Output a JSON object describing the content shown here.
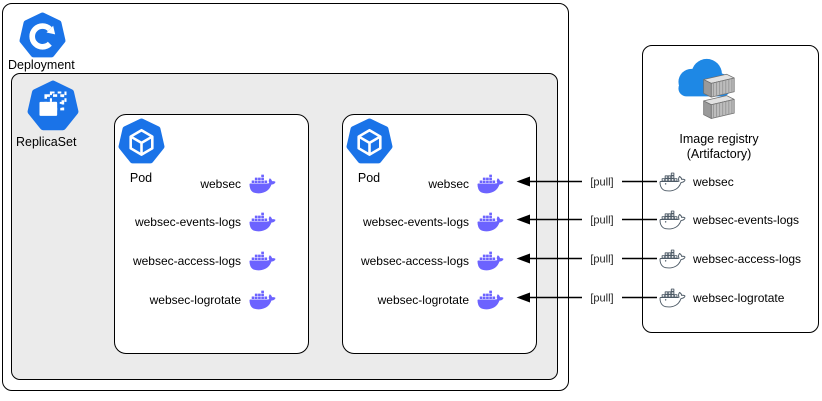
{
  "deployment": {
    "label": "Deployment"
  },
  "replicaset": {
    "label": "ReplicaSet"
  },
  "pods": [
    {
      "label": "Pod",
      "containers": [
        "websec",
        "websec-events-logs",
        "websec-access-logs",
        "websec-logrotate"
      ]
    },
    {
      "label": "Pod",
      "containers": [
        "websec",
        "websec-events-logs",
        "websec-access-logs",
        "websec-logrotate"
      ]
    }
  ],
  "registry": {
    "title_line1": "Image registry",
    "title_line2": "(Artifactory)",
    "images": [
      "websec",
      "websec-events-logs",
      "websec-access-logs",
      "websec-logrotate"
    ]
  },
  "arrows": [
    {
      "label": "[pull]"
    },
    {
      "label": "[pull]"
    },
    {
      "label": "[pull]"
    },
    {
      "label": "[pull]"
    }
  ],
  "colors": {
    "k8s-blue": "#1a73e8",
    "docker-purple": "#6c63ff",
    "whale-outline-gray": "#4d5a66",
    "replicaset-fill": "#ebebeb",
    "cloud-blue": "#1e88e5",
    "line-black": "#000000"
  }
}
